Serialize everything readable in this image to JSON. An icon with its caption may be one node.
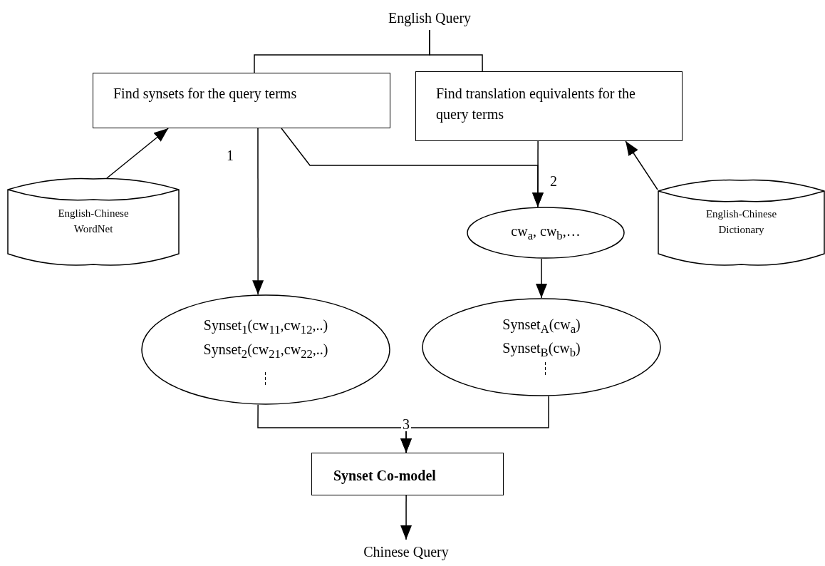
{
  "diagram": {
    "nodes": [
      {
        "text": [
          "English Query"
        ]
      },
      {
        "text": [
          "Find synsets for the query terms"
        ]
      },
      {
        "text": [
          "Find translation equivalents for the query terms"
        ]
      },
      {
        "text": [
          "English-Chinese WordNet"
        ]
      },
      {
        "text": [
          "English-Chinese Dictionary"
        ]
      },
      {
        "text": [
          "cw$_{a}$, cw$_{b}$,…"
        ]
      },
      {
        "text": [
          "Synset$_{1}$(cw$_{11}$,cw$_{12}$,..)",
          "Synset$_{2}$(cw$_{21}$,cw$_{22}$,..)"
        ]
      },
      {
        "text": [
          "Synset$_{A}$(cw$_{a}$)",
          "Synset$_{B}$(cw$_{b}$)"
        ]
      },
      {
        "text": [
          "Synset Co-model"
        ]
      },
      {
        "text": [
          "Chinese Query"
        ]
      }
    ],
    "edges": [
      {
        "from": 0,
        "to": 1,
        "arrow": "none"
      },
      {
        "from": 0,
        "to": 2,
        "arrow": "none"
      },
      {
        "from": 3,
        "to": 1,
        "arrow": "to"
      },
      {
        "from": 4,
        "to": 2,
        "arrow": "to"
      },
      {
        "from": 1,
        "to": 6,
        "arrow": "to",
        "label": "1"
      },
      {
        "from": 1,
        "to": 5,
        "arrow": "to"
      },
      {
        "from": 2,
        "to": 5,
        "arrow": "to",
        "label": "2"
      },
      {
        "from": 5,
        "to": 7,
        "arrow": "to"
      },
      {
        "from": 6,
        "to": 8,
        "arrow": "to",
        "label": "3"
      },
      {
        "from": 7,
        "to": 8,
        "arrow": "to"
      },
      {
        "from": 8,
        "to": 9,
        "arrow": "to"
      }
    ]
  }
}
